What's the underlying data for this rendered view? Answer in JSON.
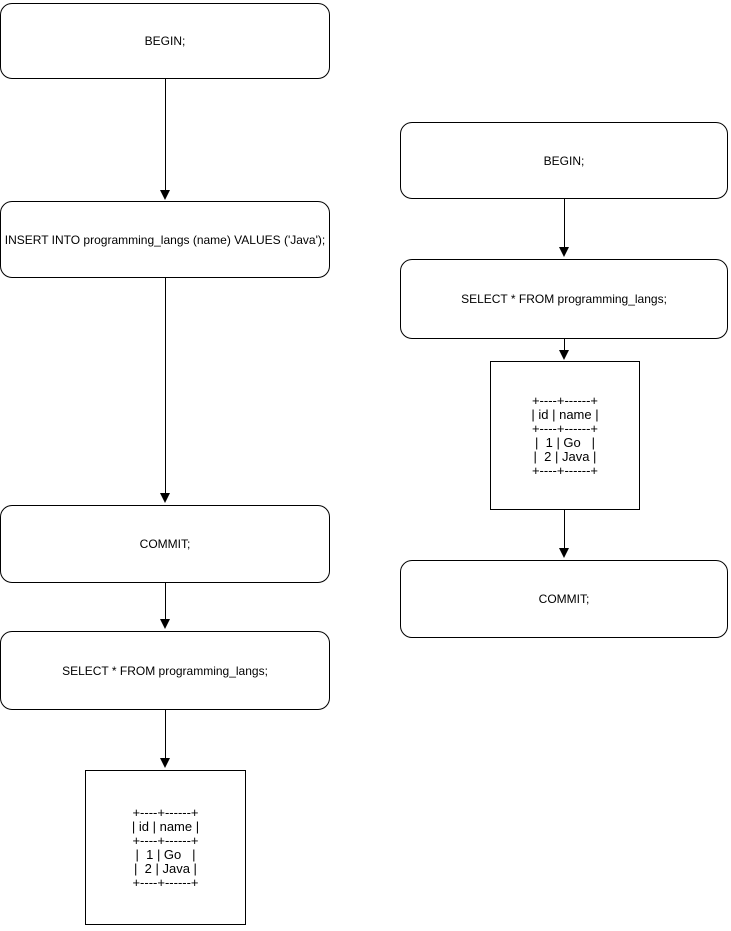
{
  "colors": {
    "stroke": "#000000",
    "text": "#000000",
    "background": "#ffffff"
  },
  "left_flow": {
    "begin": "BEGIN;",
    "insert": "INSERT INTO programming_langs (name) VALUES ('Java');",
    "commit": "COMMIT;",
    "select": "SELECT * FROM programming_langs;",
    "result_table": "+----+------+\n| id | name |\n+----+------+\n|  1 | Go   |\n|  2 | Java |\n+----+------+"
  },
  "right_flow": {
    "begin": "BEGIN;",
    "select": "SELECT * FROM programming_langs;",
    "result_table": "+----+------+\n| id | name |\n+----+------+\n|  1 | Go   |\n|  2 | Java |\n+----+------+",
    "commit": "COMMIT;"
  }
}
